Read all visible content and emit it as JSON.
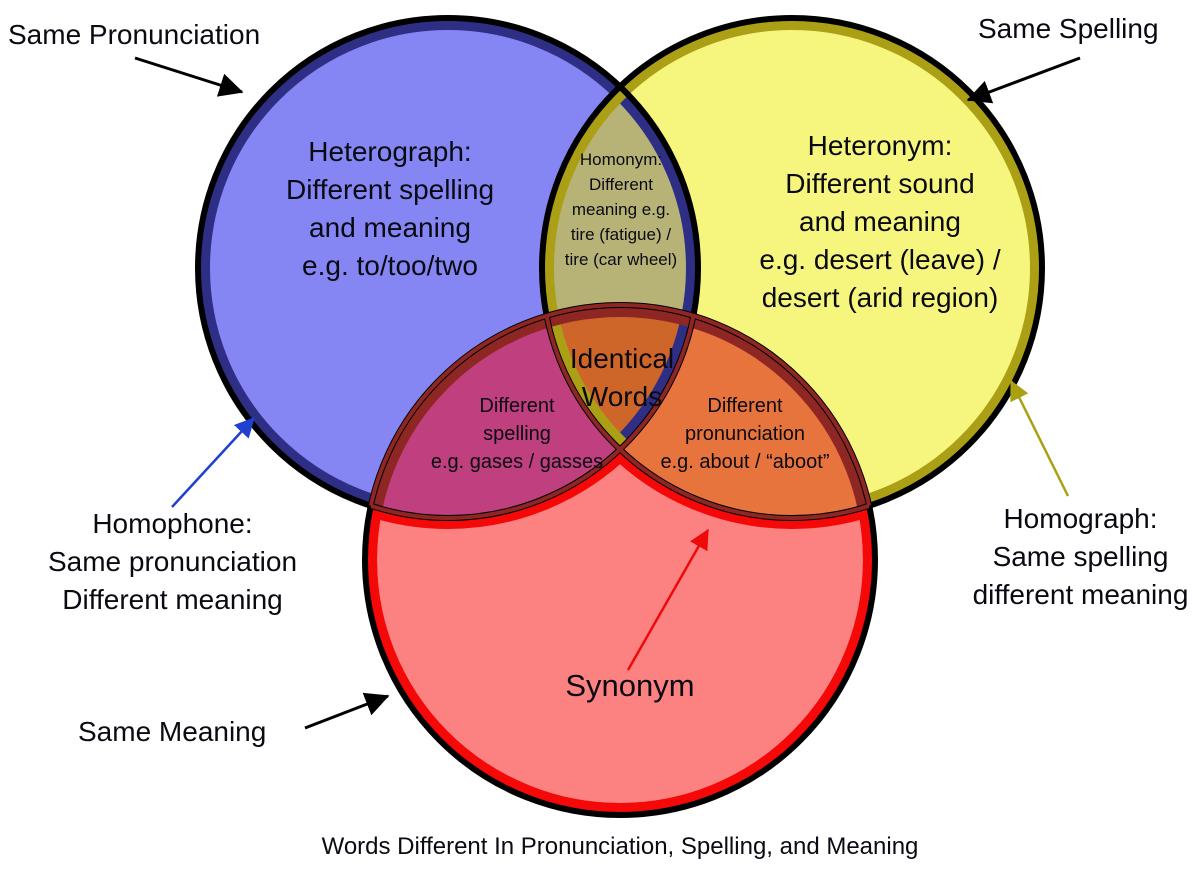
{
  "caption": "Words Different In Pronunciation, Spelling, and Meaning",
  "colors": {
    "background": "#ffffff",
    "text": "#0a0a12",
    "blue_fill": "#8586f3",
    "navy_ring": "#2e2e85",
    "yellow_fill": "#f6f67e",
    "olive_ring": "#ab9f16",
    "red_fill": "#fc8181",
    "red_ring": "#f50808",
    "maroon_ring": "#8e2723",
    "lens_blue_yellow": "#b7b377",
    "lens_blue_red": "#bf3f7f",
    "lens_yellow_red": "#e8743d",
    "center_fill": "#ce662a",
    "outline_black": "#000000",
    "arrow_black": "#000000",
    "arrow_blue": "#2040d0",
    "arrow_olive": "#a9a012",
    "arrow_red": "#ee0a0a"
  },
  "regions": {
    "heterograph": {
      "lines": [
        "Heterograph:",
        "Different spelling",
        "and meaning",
        "e.g. to/too/two"
      ]
    },
    "heteronym": {
      "lines": [
        "Heteronym:",
        "Different sound",
        "and meaning",
        "e.g. desert (leave) /",
        "desert (arid region)"
      ]
    },
    "homonym": {
      "lines": [
        "Homonym:",
        "Different",
        "meaning e.g.",
        "tire (fatigue) /",
        "tire (car wheel)"
      ]
    },
    "identical_words": {
      "lines": [
        "Identical",
        "Words"
      ]
    },
    "different_spelling": {
      "lines": [
        "Different",
        "spelling",
        "e.g. gases / gasses"
      ]
    },
    "different_pronunciation": {
      "lines": [
        "Different",
        "pronunciation",
        "e.g. about / “aboot”"
      ]
    },
    "synonym": "Synonym"
  },
  "callouts": {
    "same_pronunciation": "Same Pronunciation",
    "same_spelling": "Same Spelling",
    "homophone": {
      "lines": [
        "Homophone:",
        "Same pronunciation",
        "Different meaning"
      ]
    },
    "homograph": {
      "lines": [
        "Homograph:",
        "Same spelling",
        "different meaning"
      ]
    },
    "same_meaning": "Same Meaning"
  }
}
